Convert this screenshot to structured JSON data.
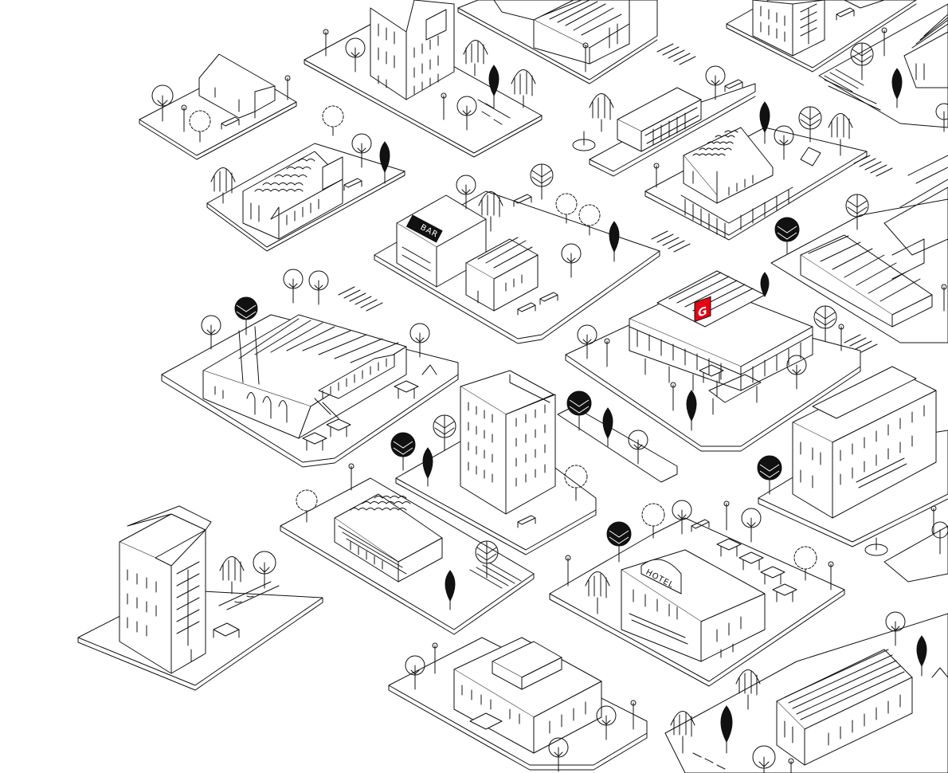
{
  "scene": {
    "style": "isometric line-art city illustration",
    "colors": {
      "line": "#111111",
      "background": "#ffffff",
      "accent": "#e30613",
      "dark_fill": "#111111"
    }
  },
  "signs": {
    "bar": "BAR",
    "hotel": "HOTEL",
    "g_logo": "G"
  },
  "icons": [
    "tree-icon",
    "pine-tree-icon",
    "bush-icon",
    "street-lamp-icon",
    "bench-icon",
    "table-icon",
    "crosswalk-icon"
  ]
}
